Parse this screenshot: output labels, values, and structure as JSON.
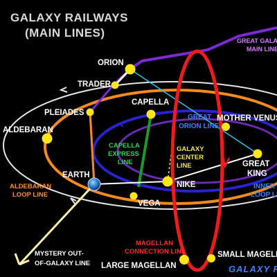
{
  "title": {
    "line1": "GALAXY RAILWAYS",
    "line2": "(MAIN LINES)"
  },
  "stations": {
    "orion": "ORION",
    "trader": "TRADER",
    "capella": "CAPELLA",
    "pleiades": "PLEIADES",
    "aldebaran": "ALDEBARAN",
    "earth": "EARTH",
    "nike": "NIKE",
    "vega": "VEGA",
    "mother_venus": "MOTHER VENUS",
    "great_king_1": "GREAT",
    "great_king_2": "KING",
    "small_magellan": "SMALL MAGELLAN",
    "large_magellan": "LARGE MAGELLAN"
  },
  "lines": {
    "great_galaxy_main_1": "GREAT GALAXY",
    "great_galaxy_main_2": "MAIN LINE",
    "great_orion_1": "GREAT",
    "great_orion_2": "ORION LINE",
    "capella_express_1": "CAPELLA",
    "capella_express_2": "EXPRESS",
    "capella_express_3": "LINE",
    "galaxy_center_1": "GALAXY",
    "galaxy_center_2": "CENTER",
    "galaxy_center_3": "LINE",
    "aldebaran_loop_1": "ALDEBARAN",
    "aldebaran_loop_2": "LOOP LINE",
    "inner_loop_1": "INNER",
    "inner_loop_2": "LOOP LINE",
    "magellan_connection_1": "MAGELLAN",
    "magellan_connection_2": "CONNECTION LINE",
    "mystery_1": "MYSTERY OUT-",
    "mystery_2": "OF-GALAXY LINE"
  },
  "footer_label": "GALAXY RAILWAYS",
  "colors": {
    "great_galaxy_main": "#7b2bd6",
    "great_orion": "#29c8e8",
    "capella_express": "#1f9a2a",
    "galaxy_center_loop": "#2a22cc",
    "aldebaran_loop": "#f58a1e",
    "outer_loop": "#e6e6e6",
    "magellan_connection": "#ee1c1c",
    "station": "#ffe61a",
    "link": "#ffffff"
  },
  "icons": {
    "earth": "earth-globe-icon",
    "arrow": "arrow-icon"
  }
}
